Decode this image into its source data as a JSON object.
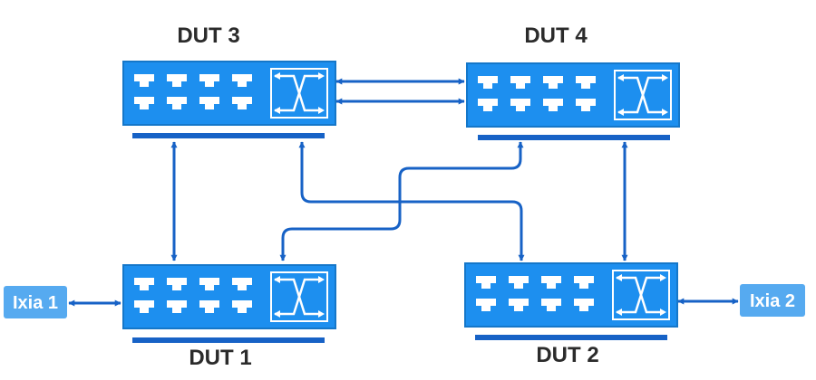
{
  "colors": {
    "switch_fill": "#1d8fef",
    "switch_stroke": "#1577c9",
    "port": "#ffffff",
    "link": "#1762c6",
    "ixia_fill": "#56aaf0",
    "label": "#2b2b2b"
  },
  "devices": {
    "dut1": {
      "label": "DUT 1",
      "icon": "switch-icon"
    },
    "dut2": {
      "label": "DUT 2",
      "icon": "switch-icon"
    },
    "dut3": {
      "label": "DUT 3",
      "icon": "switch-icon"
    },
    "dut4": {
      "label": "DUT 4",
      "icon": "switch-icon"
    }
  },
  "testers": {
    "ixia1": {
      "label": "Ixia 1"
    },
    "ixia2": {
      "label": "Ixia 2"
    }
  },
  "links": [
    {
      "from": "dut3",
      "to": "dut4",
      "bidirectional": true
    },
    {
      "from": "dut3",
      "to": "dut4",
      "bidirectional": true
    },
    {
      "from": "dut3",
      "to": "dut1",
      "bidirectional": true
    },
    {
      "from": "dut4",
      "to": "dut2",
      "bidirectional": true
    },
    {
      "from": "dut3",
      "to": "dut2",
      "bidirectional": true
    },
    {
      "from": "dut4",
      "to": "dut1",
      "bidirectional": true
    },
    {
      "from": "ixia1",
      "to": "dut1",
      "bidirectional": true
    },
    {
      "from": "dut2",
      "to": "ixia2",
      "bidirectional": true
    }
  ]
}
